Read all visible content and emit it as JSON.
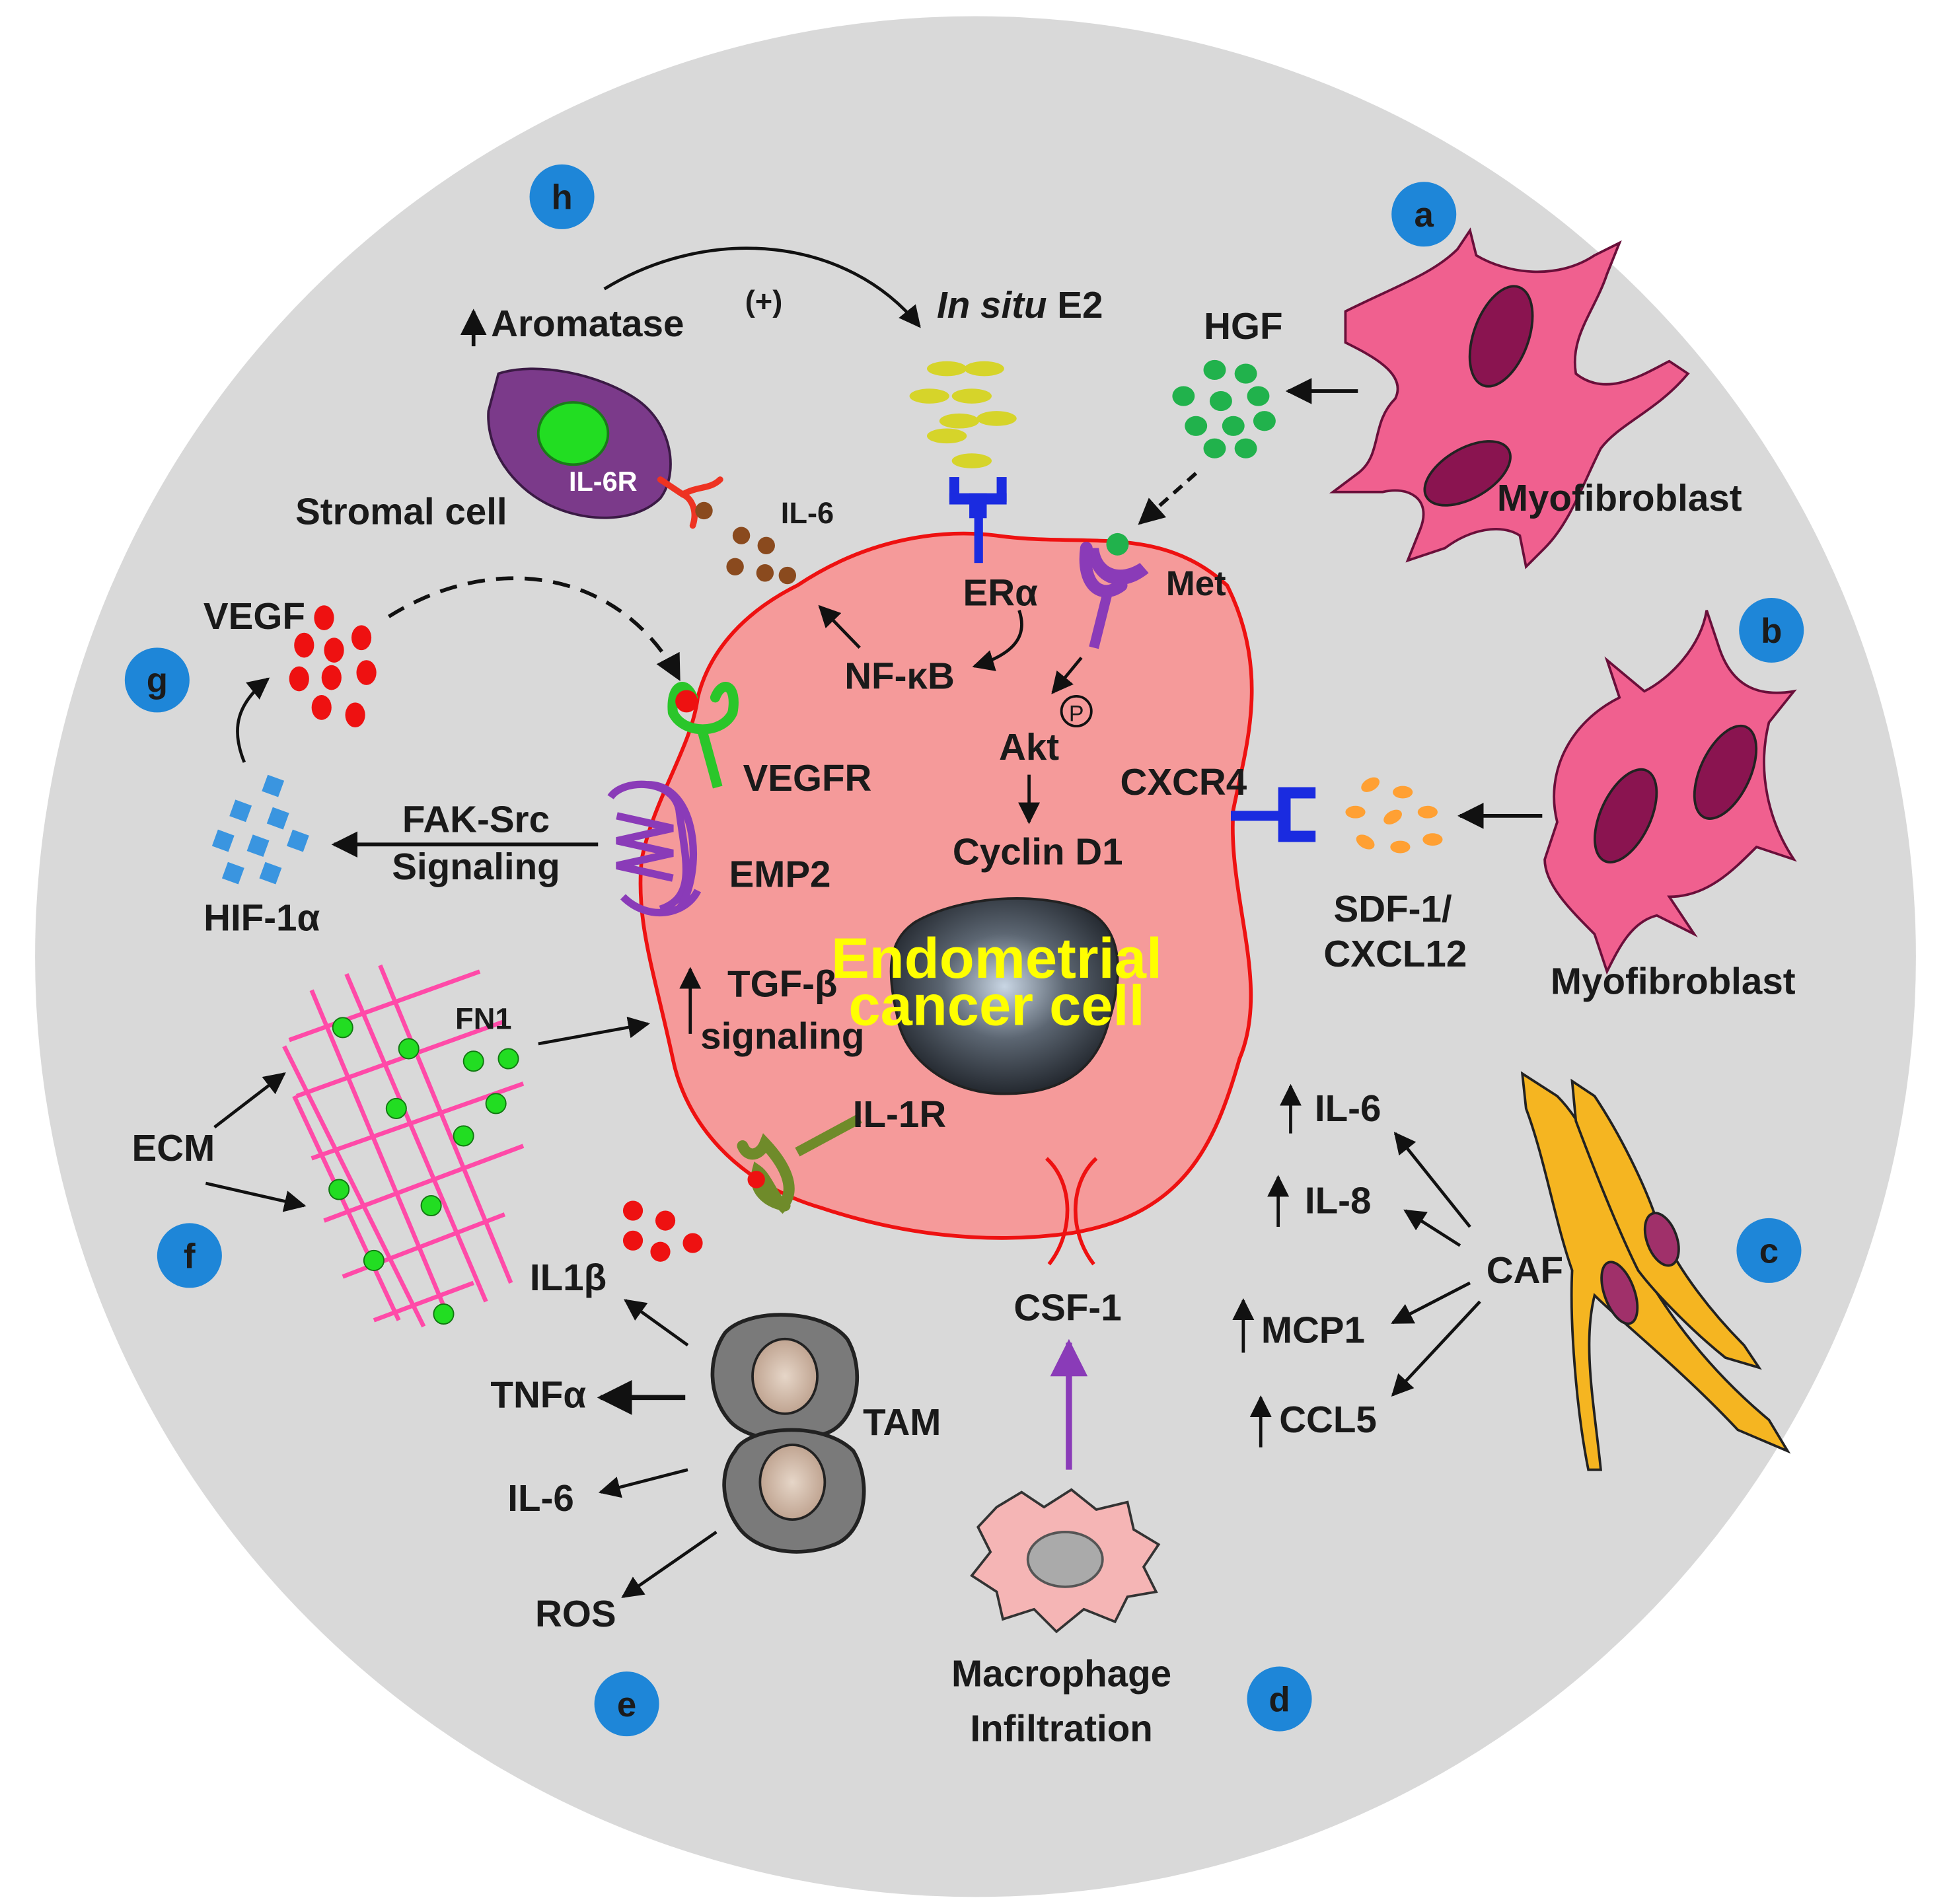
{
  "colors": {
    "background_circle": "#d9d9d9",
    "cancer_cell_fill": "#f59a9a",
    "cancer_cell_outline": "#ee1111",
    "badge": "#1e86d8",
    "myofibroblast": "#f0608f",
    "myofibroblast_nucleus": "#8a1450",
    "caf": "#f5b521",
    "stromal_cell": "#7b3a8a",
    "estrogen_dots": "#d6d42a",
    "hgf_dots": "#21b24c",
    "sdf1_dots": "#ffa033",
    "vegf_dots": "#ee1111",
    "hif_squares": "#3a95e0",
    "il6_dots": "#8a4a1e",
    "ecm_mesh": "#ff4aa8",
    "receptor_blue": "#1a2be0",
    "receptor_purple": "#8a3bb8",
    "receptor_green": "#2ac62a",
    "receptor_olive": "#6f8b2a",
    "il6r": "#ee3322",
    "nucleus_text": "#ffff00"
  },
  "icons": {
    "up_arrow": "up-arrow-icon",
    "phosphate": "phosphate-icon"
  },
  "badges": [
    "a",
    "b",
    "c",
    "d",
    "e",
    "f",
    "g",
    "h"
  ],
  "labels": {
    "aromatase": "Aromatase",
    "plus": "(+)",
    "in_situ": "In situ",
    "e2": " E2",
    "hgf": "HGF",
    "myofibroblast_a": "Myofibroblast",
    "myofibroblast_b": "Myofibroblast",
    "stromal_cell": "Stromal cell",
    "il6r": "IL-6R",
    "il6_top": "IL-6",
    "era": "ERα",
    "met": "Met",
    "nfkb": "NF-κB",
    "p": "P",
    "akt": "Akt",
    "cyclin_d1": "Cyclin D1",
    "vegf": "VEGF",
    "vegfr": "VEGFR",
    "cxcr4": "CXCR4",
    "sdf1_line1": "SDF-1/",
    "sdf1_line2": "CXCL12",
    "fak_line1": "FAK-Src",
    "fak_line2": "Signaling",
    "hif": "HIF-1α",
    "emp2": "EMP2",
    "nucleus_line1": "Endometrial",
    "nucleus_line2": "cancer cell",
    "tgf_line1": "TGF-β",
    "tgf_line2": "signaling",
    "fn1": "FN1",
    "ecm": "ECM",
    "il1r": "IL-1R",
    "il1b": "IL1β",
    "tnfa": "TNFα",
    "il6_tam": "IL-6",
    "ros": "ROS",
    "tam": "TAM",
    "csf1": "CSF-1",
    "macrophage_line1": "Macrophage",
    "macrophage_line2": "Infiltration",
    "caf": "CAF",
    "il6_caf": "IL-6",
    "il8": "IL-8",
    "mcp1": "MCP1",
    "ccl5": "CCL5"
  }
}
